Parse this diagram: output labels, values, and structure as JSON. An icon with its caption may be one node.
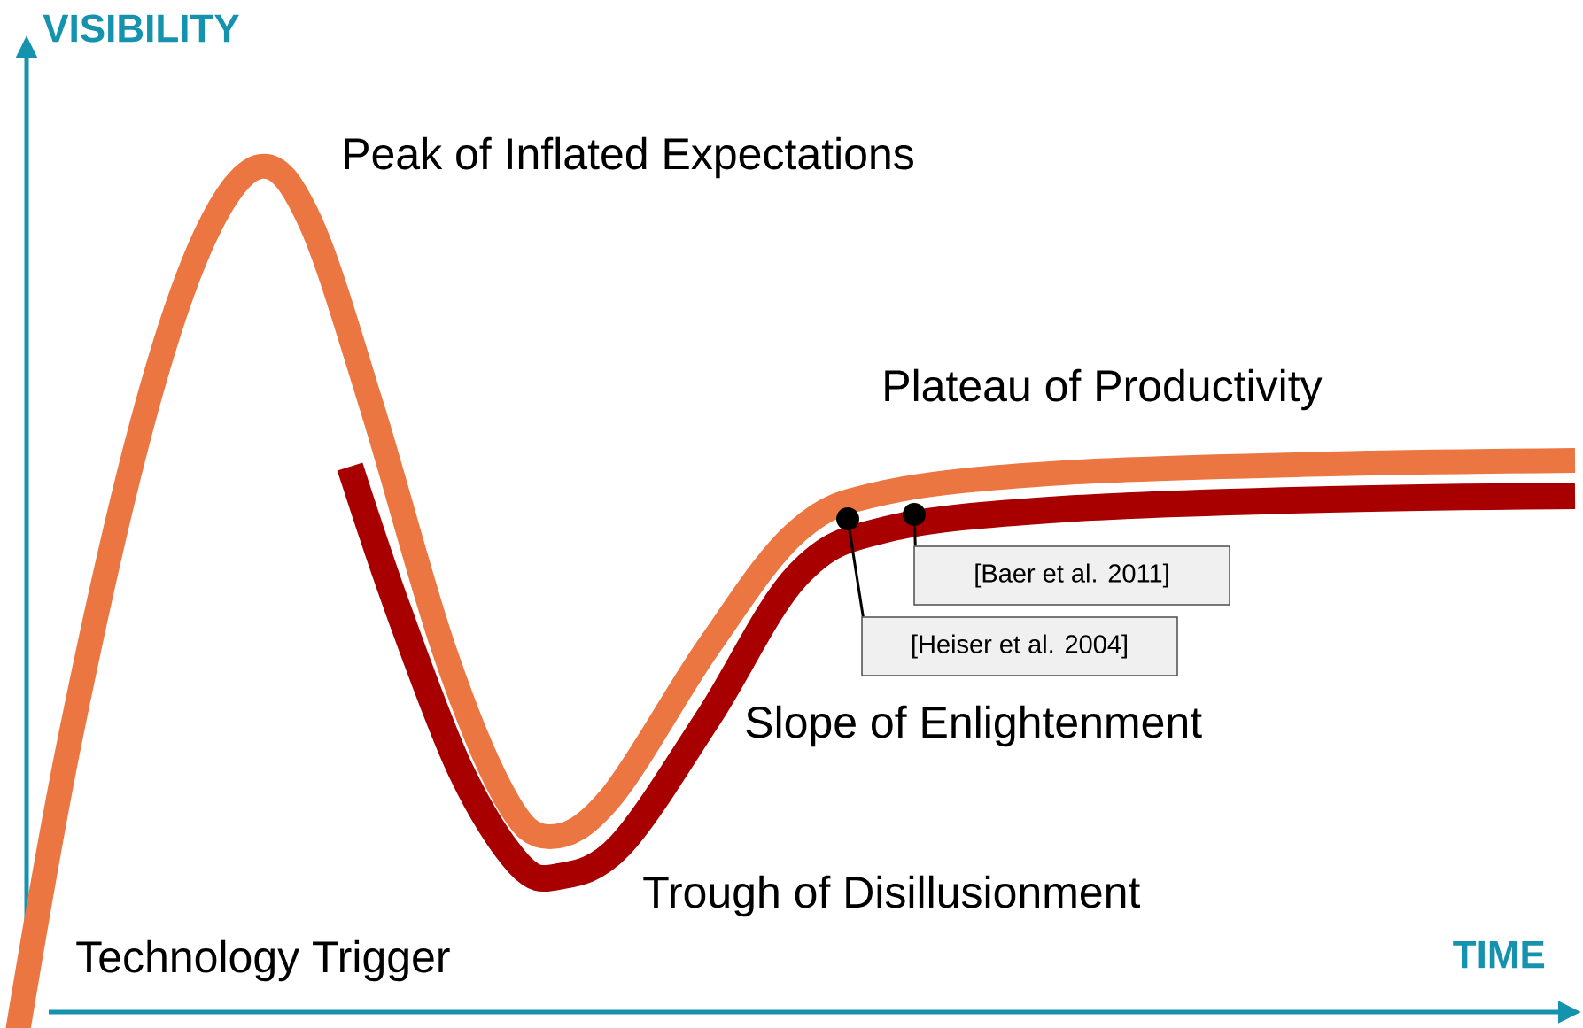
{
  "diagram": {
    "nodes": [
      {
        "text": [
          "[Baer et al. 2011]"
        ]
      },
      {
        "text": [
          "[Heiser et al. 2004]"
        ]
      },
      {
        "text": [],
        "shape": "circle"
      },
      {
        "text": [],
        "shape": "circle"
      }
    ],
    "edges": [
      {
        "from": 1,
        "to": 2,
        "arrow": "none"
      },
      {
        "from": 0,
        "to": 3,
        "arrow": "none"
      }
    ],
    "labels": [
      "VISIBILITY",
      "Peak of Inflated Expectations",
      "Plateau of Productivity",
      "Slope of Enlightenment",
      "Trough of Disillusionment",
      "Technology Trigger",
      "TIME"
    ]
  }
}
